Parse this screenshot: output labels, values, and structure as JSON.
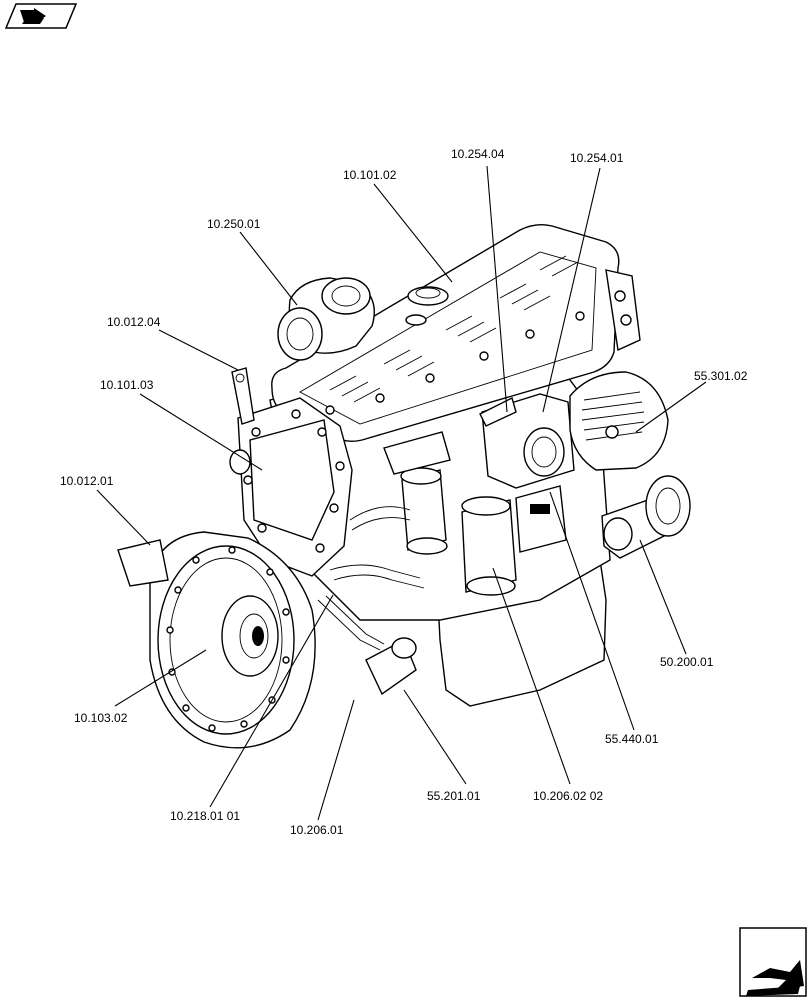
{
  "nav": {
    "back_icon": "arrow-book-icon",
    "next_icon": "arrow-page-icon"
  },
  "callouts": [
    {
      "id": "10.254.04",
      "label": "10.254.04"
    },
    {
      "id": "10.254.01",
      "label": "10.254.01"
    },
    {
      "id": "10.101.02",
      "label": "10.101.02"
    },
    {
      "id": "10.250.01",
      "label": "10.250.01"
    },
    {
      "id": "10.012.04",
      "label": "10.012.04"
    },
    {
      "id": "10.101.03",
      "label": "10.101.03"
    },
    {
      "id": "55.301.02",
      "label": "55.301.02"
    },
    {
      "id": "10.012.01",
      "label": "10.012.01"
    },
    {
      "id": "50.200.01",
      "label": "50.200.01"
    },
    {
      "id": "10.103.02",
      "label": "10.103.02"
    },
    {
      "id": "55.440.01",
      "label": "55.440.01"
    },
    {
      "id": "55.201.01",
      "label": "55.201.01"
    },
    {
      "id": "10.206.02 02",
      "label": "10.206.02 02"
    },
    {
      "id": "10.218.01 01",
      "label": "10.218.01 01"
    },
    {
      "id": "10.206.01",
      "label": "10.206.01"
    }
  ]
}
